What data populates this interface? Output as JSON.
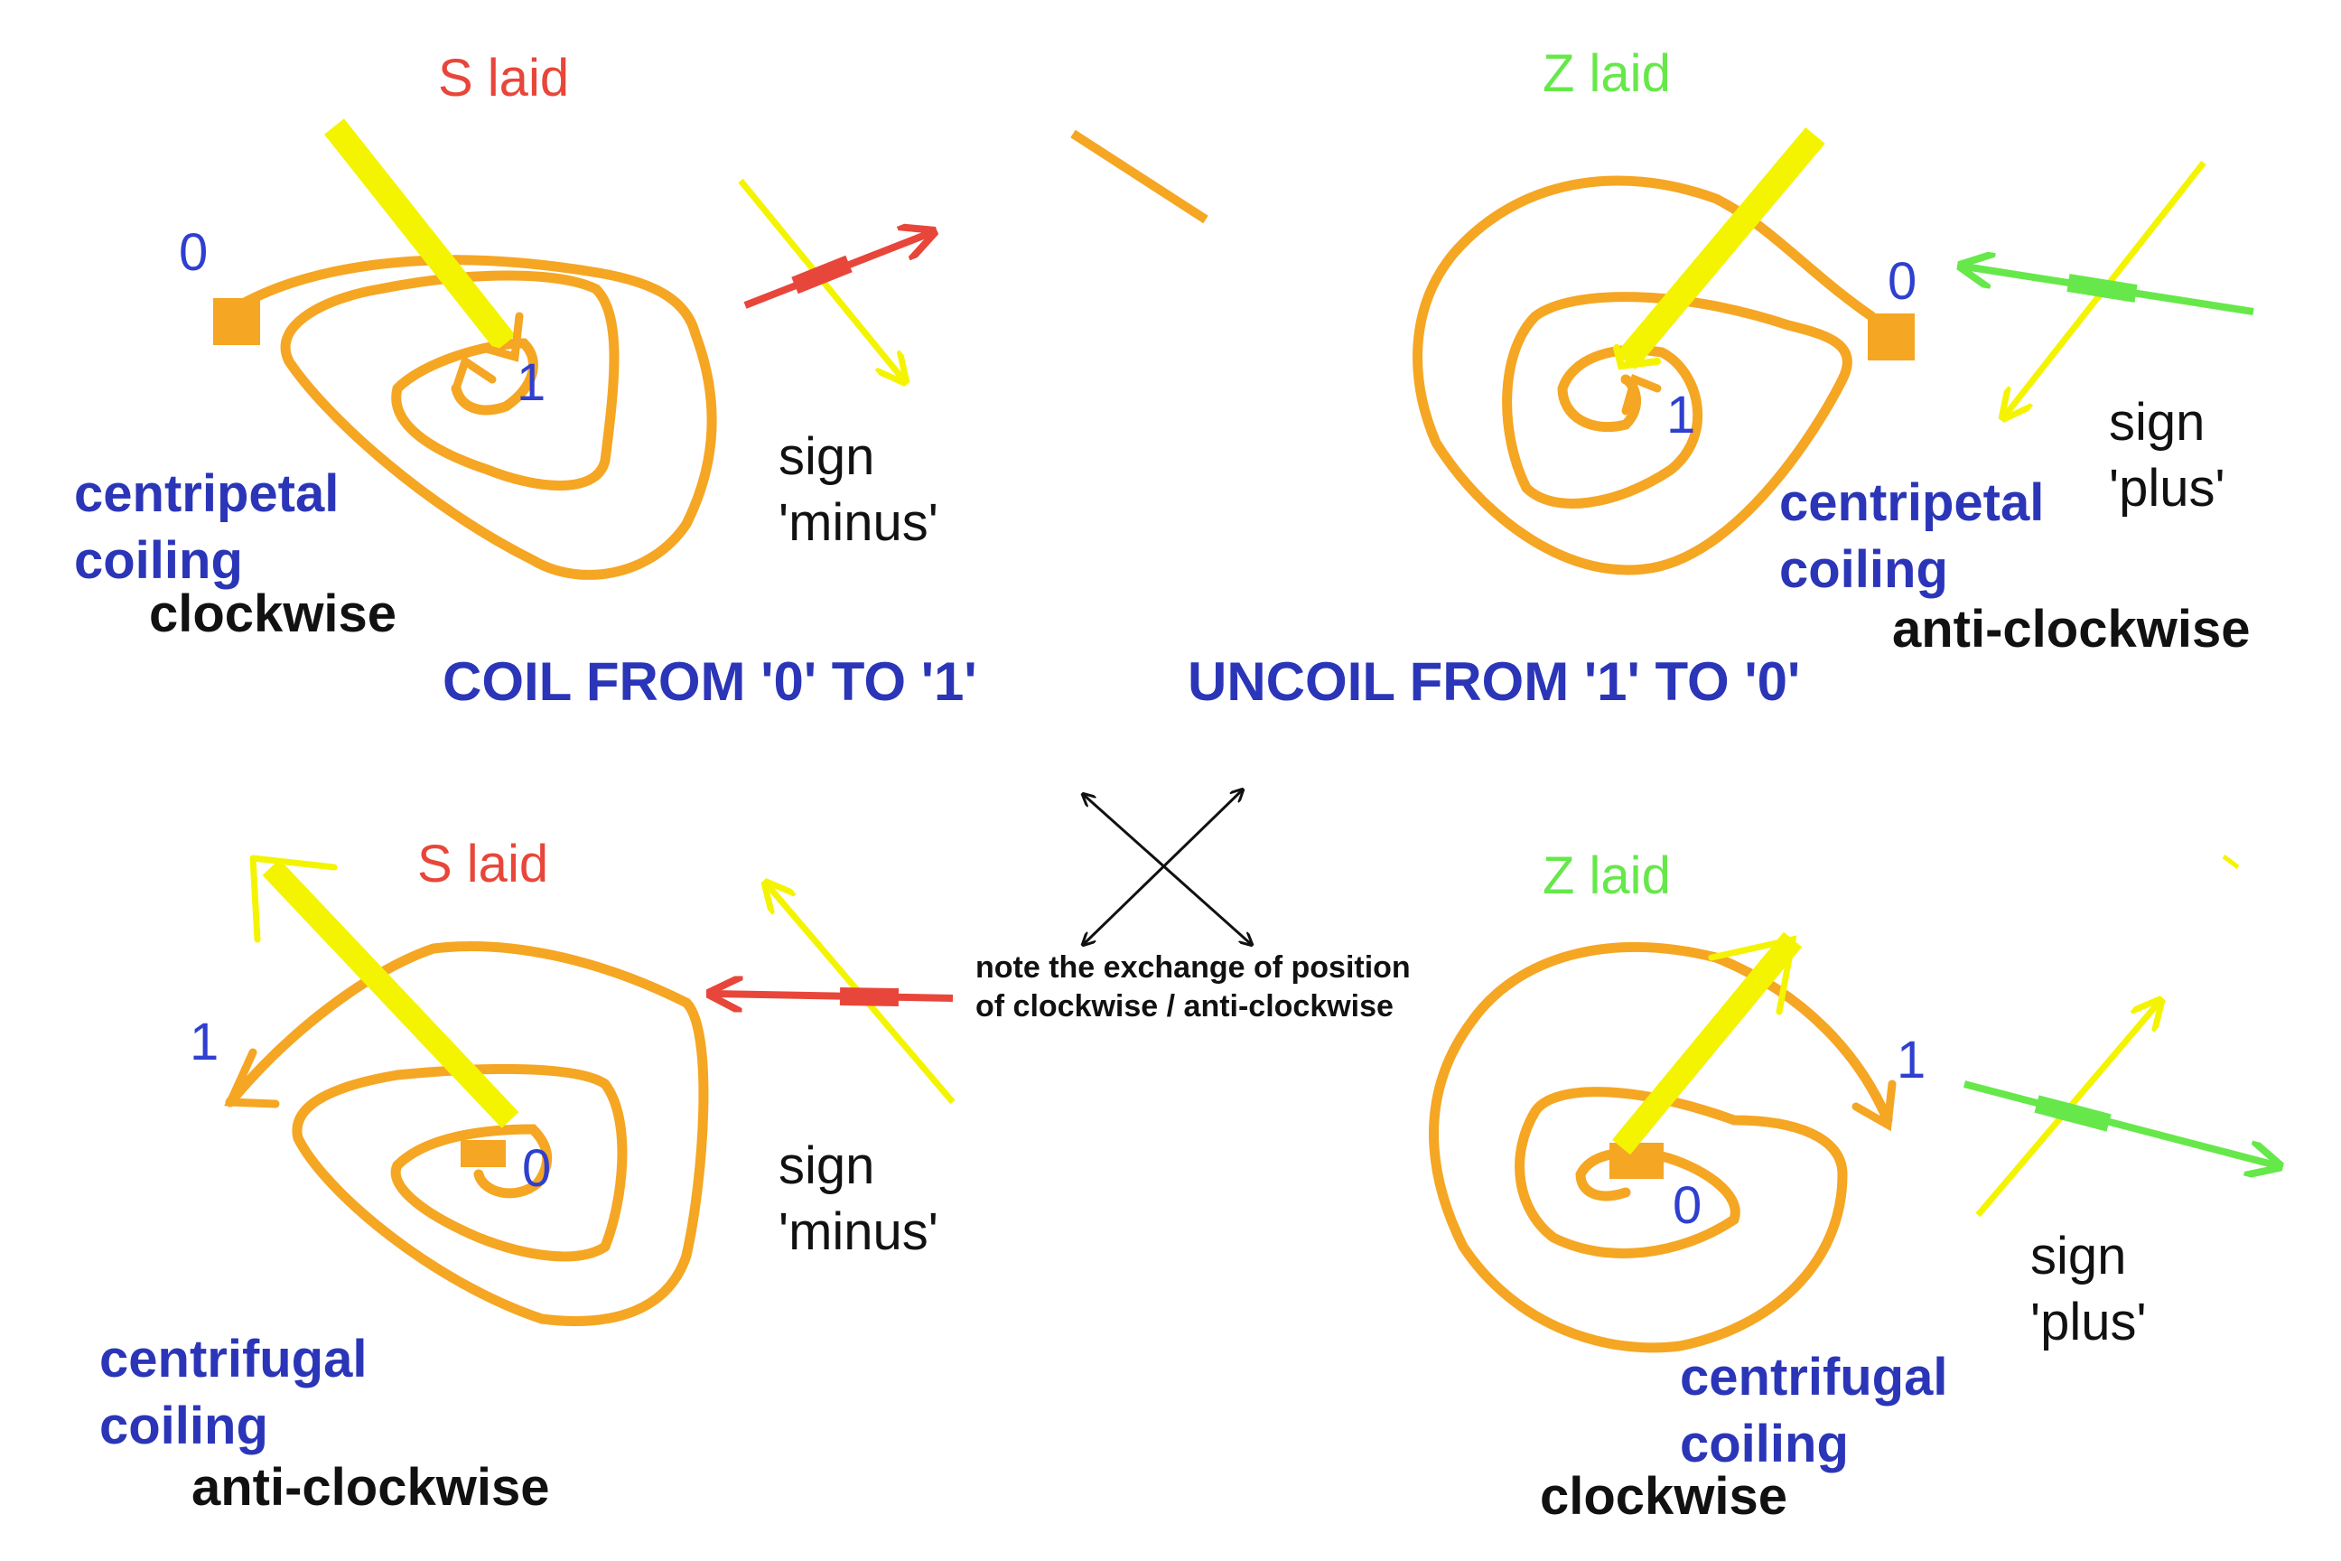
{
  "colors": {
    "orange": "#f5a623",
    "yellow": "#f4f400",
    "red": "#e8463a",
    "green": "#66e84a",
    "blue": "#2b35b8",
    "black": "#111111"
  },
  "panels": {
    "top_left": {
      "title": "S laid",
      "start": "0",
      "end": "1",
      "sign": "sign",
      "sign_value": "'minus'",
      "coiling_1": "centripetal",
      "coiling_2": "coiling",
      "direction": "clockwise"
    },
    "top_right": {
      "title": "Z laid",
      "start": "0",
      "end": "1",
      "sign": "sign",
      "sign_value": "'plus'",
      "coiling_1": "centripetal",
      "coiling_2": "coiling",
      "direction": "anti-clockwise"
    },
    "bottom_left": {
      "title": "S laid",
      "start": "1",
      "end": "0",
      "sign": "sign",
      "sign_value": "'minus'",
      "coiling_1": "centrifugal",
      "coiling_2": "coiling",
      "direction": "anti-clockwise"
    },
    "bottom_right": {
      "title": "Z laid",
      "start": "1",
      "end": "0",
      "sign": "sign",
      "sign_value": "'plus'",
      "coiling_1": "centrifugal",
      "coiling_2": "coiling",
      "direction": "clockwise"
    }
  },
  "headings": {
    "coil": "COIL FROM '0'  TO  '1'",
    "uncoil": "UNCOIL FROM '1'  TO  '0'"
  },
  "note": {
    "line1": "note the exchange of position",
    "line2": "of clockwise / anti-clockwise"
  }
}
